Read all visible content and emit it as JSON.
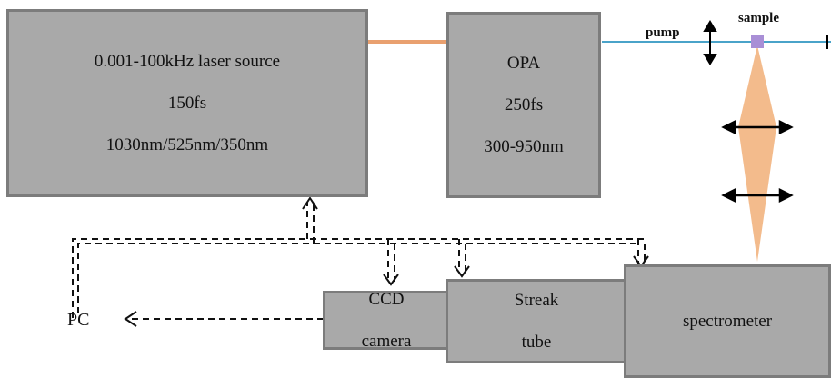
{
  "laser": {
    "line1": "0.001-100kHz laser source",
    "line2": "150fs",
    "line3": "1030nm/525nm/350nm"
  },
  "opa": {
    "line1": "OPA",
    "line2": "250fs",
    "line3": "300-950nm"
  },
  "ccd": {
    "line1": "CCD",
    "line2": "camera"
  },
  "streak": {
    "line1": "Streak",
    "line2": "tube"
  },
  "spectrometer": {
    "label": "spectrometer"
  },
  "labels": {
    "pump": "pump",
    "sample": "sample",
    "pc": "PC"
  },
  "colors": {
    "box_fill": "#a9a9a9",
    "box_border": "#7c7c7c",
    "beam_orange": "#e9a06f",
    "pump_line": "#4aa3c9",
    "sample": "#a98fd6",
    "cone": "#f2b47f"
  }
}
